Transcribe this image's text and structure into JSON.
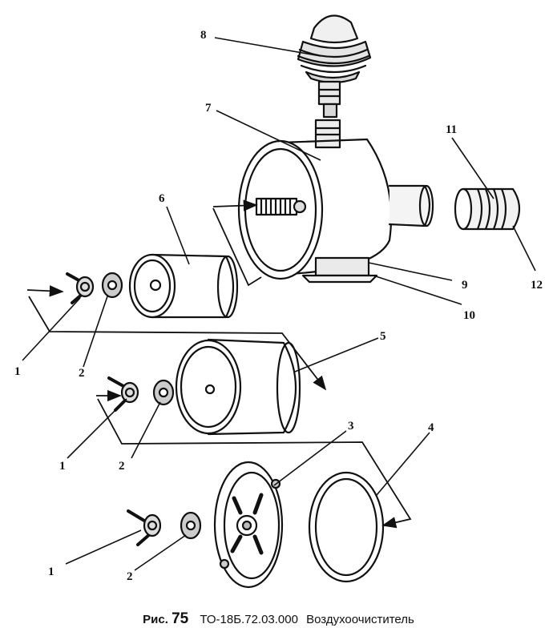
{
  "callouts": {
    "c1a": "1",
    "c1b": "1",
    "c1c": "1",
    "c2a": "2",
    "c2b": "2",
    "c2c": "2",
    "c3": "3",
    "c4": "4",
    "c5": "5",
    "c6": "6",
    "c7": "7",
    "c8": "8",
    "c9": "9",
    "c10": "10",
    "c11": "11",
    "c12": "12"
  },
  "caption": {
    "fig_prefix": "Рис.",
    "fig_number": "75",
    "code": "ТО-18Б.72.03.000",
    "title": "Воздухоочиститель"
  }
}
